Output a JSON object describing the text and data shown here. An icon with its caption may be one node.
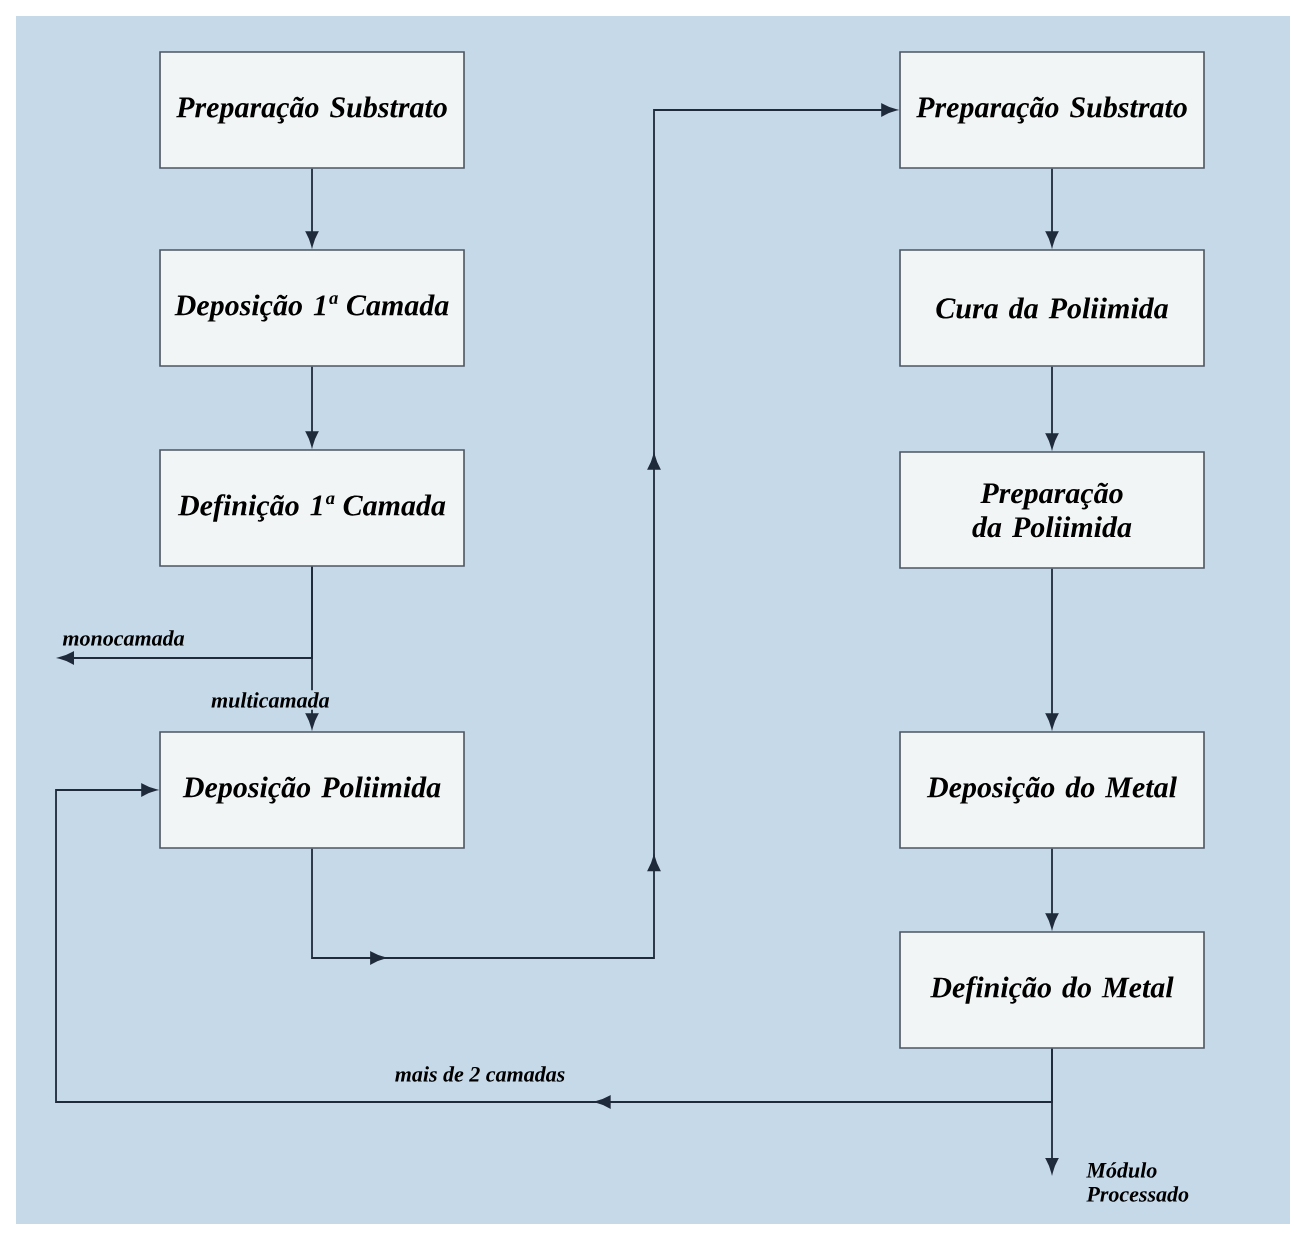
{
  "diagram": {
    "nodes": [
      {
        "text": [
          "Preparação Substrato"
        ]
      },
      {
        "text": [
          "Deposição 1ª Camada"
        ]
      },
      {
        "text": [
          "Definição 1ª Camada"
        ]
      },
      {
        "text": [
          "Deposição Poliimida"
        ]
      },
      {
        "text": [
          "Preparação Substrato"
        ]
      },
      {
        "text": [
          "Cura da Poliimida"
        ]
      },
      {
        "text": [
          "Preparação da Poliimida"
        ]
      },
      {
        "text": [
          "Deposição do Metal"
        ]
      },
      {
        "text": [
          "Definição do Metal"
        ]
      }
    ],
    "edges": [
      {
        "from": 0,
        "to": 1,
        "arrow": "to"
      },
      {
        "from": 1,
        "to": 2,
        "arrow": "to"
      },
      {
        "from": 2,
        "to": 3,
        "arrow": "to",
        "label": "multicamada"
      },
      {
        "from": 2,
        "to": null,
        "arrow": "to",
        "label": "monocamada"
      },
      {
        "from": 3,
        "to": 4,
        "arrow": "to"
      },
      {
        "from": 4,
        "to": 5,
        "arrow": "to"
      },
      {
        "from": 5,
        "to": 6,
        "arrow": "to"
      },
      {
        "from": 6,
        "to": 7,
        "arrow": "to"
      },
      {
        "from": 7,
        "to": 8,
        "arrow": "to"
      },
      {
        "from": 8,
        "to": 3,
        "arrow": "to",
        "label": "mais de 2 camadas"
      },
      {
        "from": 8,
        "to": null,
        "arrow": "to",
        "label": "Módulo Processado"
      }
    ]
  }
}
